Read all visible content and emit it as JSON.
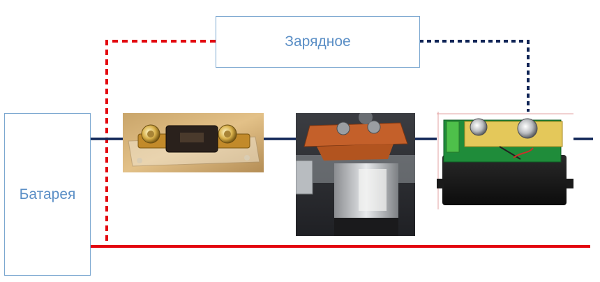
{
  "diagram": {
    "charger": {
      "label": "Зарядное"
    },
    "battery": {
      "label": "Батарея"
    },
    "components": [
      {
        "icon": "fuse-holder-photo"
      },
      {
        "icon": "contactor-photo"
      },
      {
        "icon": "current-shunt-photo"
      }
    ],
    "colors": {
      "label_text": "#5b8fc6",
      "box_border": "#7ba7d0",
      "positive_wire": "#e3060f",
      "negative_wire": "#0f2456"
    }
  }
}
